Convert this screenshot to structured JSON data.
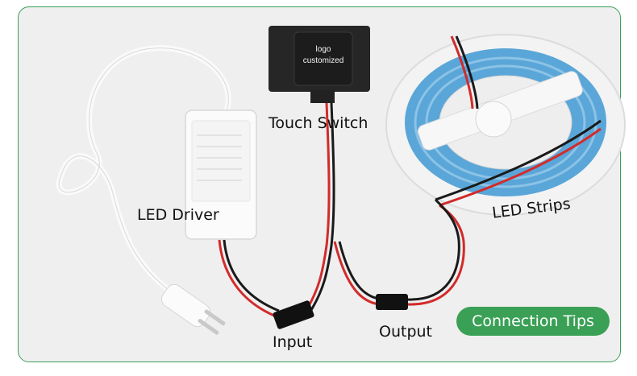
{
  "labels": {
    "touch_switch": "Touch Switch",
    "led_driver": "LED Driver",
    "led_strips": "LED Strips",
    "input": "Input",
    "output": "Output"
  },
  "logo": {
    "line1": "logo",
    "line2": "customized"
  },
  "badge": {
    "text": "Connection Tips"
  },
  "colors": {
    "accent": "#3aa055",
    "wire_red": "#d22b2b",
    "wire_black": "#1a1a1a",
    "strip_blue": "#5aa6d8"
  }
}
